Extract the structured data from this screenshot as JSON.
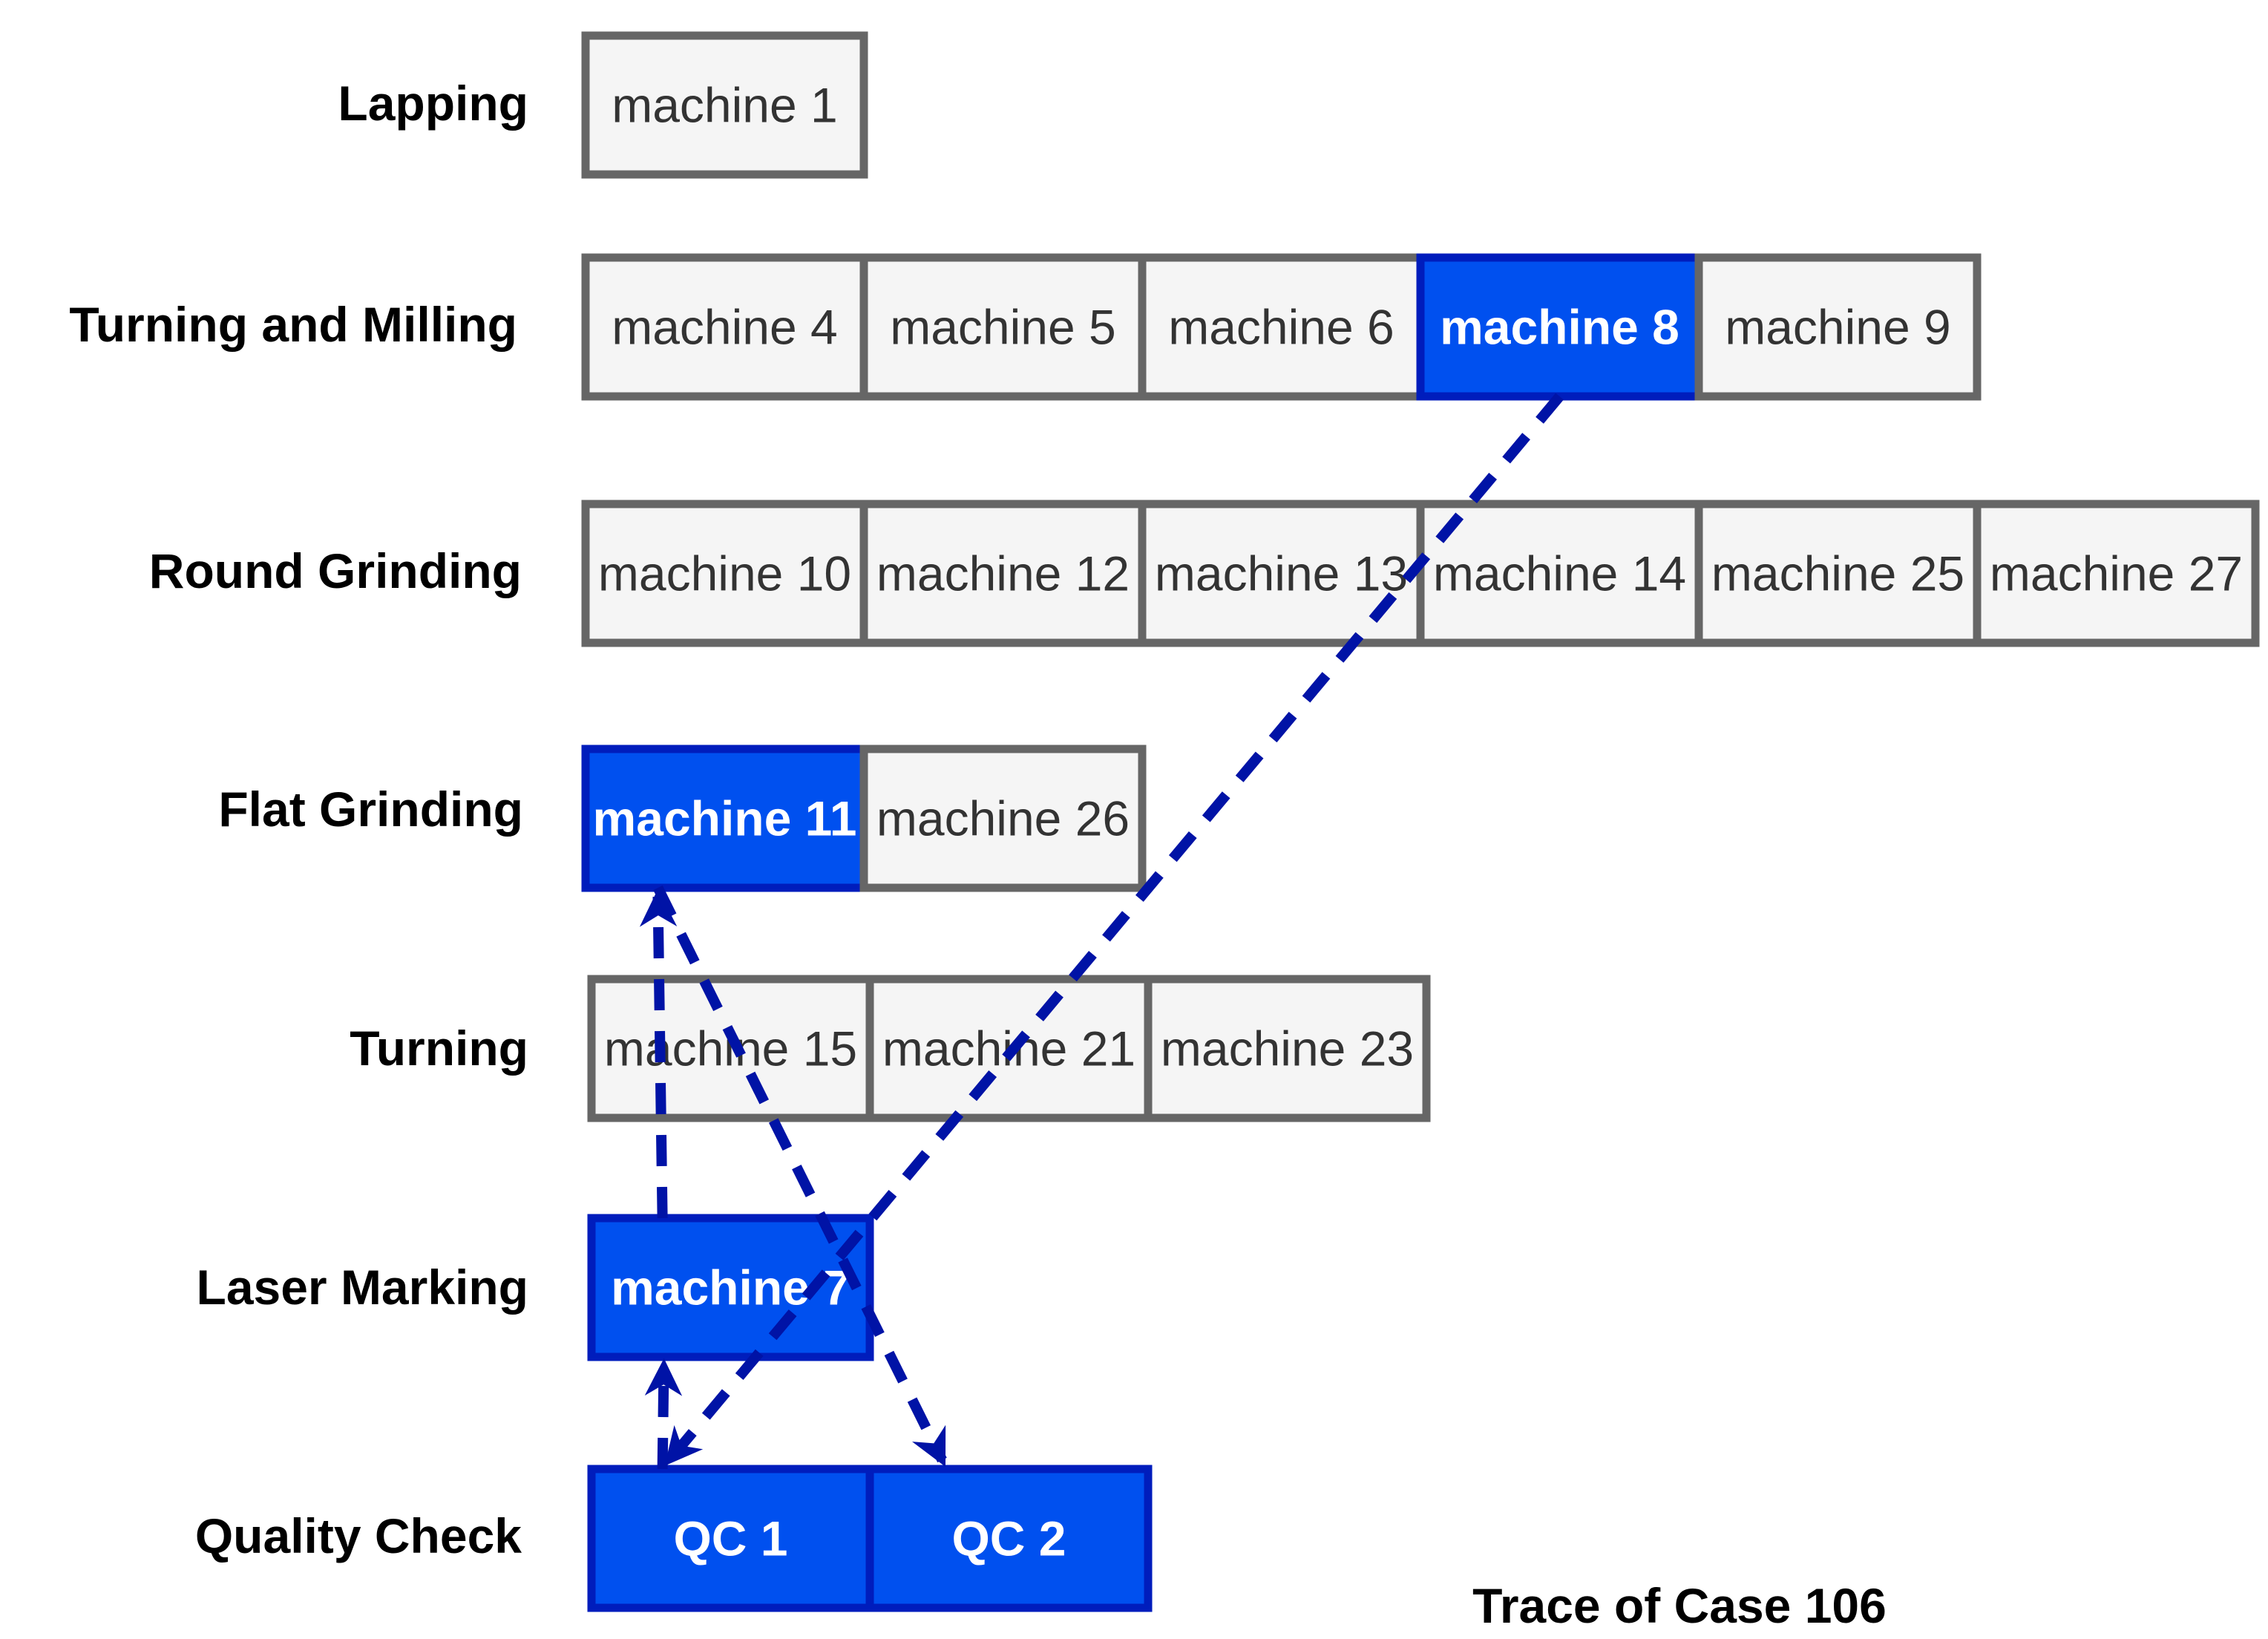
{
  "caption": "Trace of Case 106",
  "colors": {
    "active_fill": "#0050ef",
    "active_stroke": "#001dbc",
    "inactive_fill": "#f5f5f5",
    "inactive_stroke": "#666666",
    "edge": "#0013a6"
  },
  "stages": [
    {
      "id": "lapping",
      "label": "Lapping",
      "machines": [
        {
          "id": "m1",
          "label": "machine 1",
          "active": false
        }
      ]
    },
    {
      "id": "turning-and-milling",
      "label": "Turning and Milling",
      "machines": [
        {
          "id": "m4",
          "label": "machine 4",
          "active": false
        },
        {
          "id": "m5",
          "label": "machine 5",
          "active": false
        },
        {
          "id": "m6",
          "label": "machine 6",
          "active": false
        },
        {
          "id": "m8",
          "label": "machine 8",
          "active": true
        },
        {
          "id": "m9",
          "label": "machine 9",
          "active": false
        }
      ]
    },
    {
      "id": "round-grinding",
      "label": "Round Grinding",
      "machines": [
        {
          "id": "m10",
          "label": "machine 10",
          "active": false
        },
        {
          "id": "m12",
          "label": "machine 12",
          "active": false
        },
        {
          "id": "m13",
          "label": "machine 13",
          "active": false
        },
        {
          "id": "m14",
          "label": "machine 14",
          "active": false
        },
        {
          "id": "m25",
          "label": "machine 25",
          "active": false
        },
        {
          "id": "m27",
          "label": "machine 27",
          "active": false
        }
      ]
    },
    {
      "id": "flat-grinding",
      "label": "Flat Grinding",
      "machines": [
        {
          "id": "m11",
          "label": "machine 11",
          "active": true
        },
        {
          "id": "m26",
          "label": "machine 26",
          "active": false
        }
      ]
    },
    {
      "id": "turning",
      "label": "Turning",
      "machines": [
        {
          "id": "m15",
          "label": "machine 15",
          "active": false
        },
        {
          "id": "m21",
          "label": "machine 21",
          "active": false
        },
        {
          "id": "m23",
          "label": "machine 23",
          "active": false
        }
      ]
    },
    {
      "id": "laser-marking",
      "label": "Laser Marking",
      "machines": [
        {
          "id": "m7",
          "label": "machine 7",
          "active": true
        }
      ]
    },
    {
      "id": "quality-check",
      "label": "Quality Check",
      "machines": [
        {
          "id": "qc1",
          "label": "QC 1",
          "active": true
        },
        {
          "id": "qc2",
          "label": "QC 2",
          "active": true
        }
      ]
    }
  ],
  "edges": [
    {
      "from": "m8",
      "to": "qc1"
    },
    {
      "from": "qc1",
      "to": "m7"
    },
    {
      "from": "m7",
      "to": "m11"
    },
    {
      "from": "m11",
      "to": "qc2"
    }
  ]
}
